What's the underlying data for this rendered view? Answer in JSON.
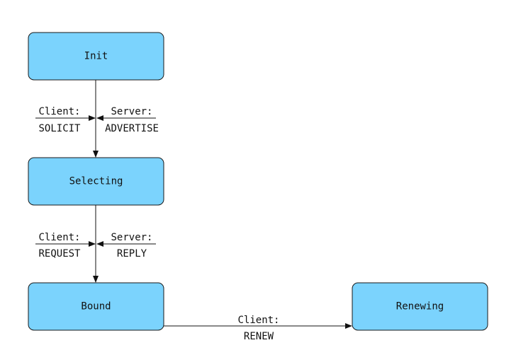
{
  "colors": {
    "state_fill": "#7bd3fd",
    "state_stroke": "#1a1a1a",
    "line": "#111111",
    "background": "#ffffff"
  },
  "states": {
    "init": "Init",
    "selecting": "Selecting",
    "bound": "Bound",
    "renewing": "Renewing"
  },
  "transitions": {
    "init_selecting": {
      "client_role": "Client:",
      "client_message": "SOLICIT",
      "server_role": "Server:",
      "server_message": "ADVERTISE"
    },
    "selecting_bound": {
      "client_role": "Client:",
      "client_message": "REQUEST",
      "server_role": "Server:",
      "server_message": "REPLY"
    },
    "bound_renewing": {
      "client_role": "Client:",
      "client_message": "RENEW"
    }
  }
}
